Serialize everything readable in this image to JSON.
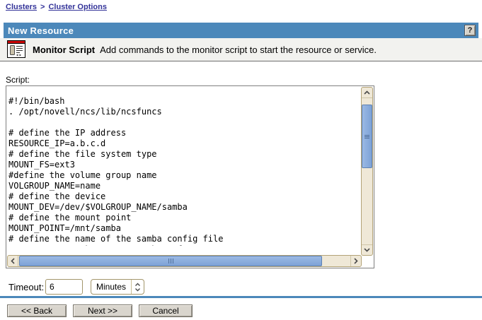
{
  "breadcrumb": {
    "separator": ">",
    "items": [
      {
        "label": "Clusters"
      },
      {
        "label": "Cluster Options"
      }
    ]
  },
  "header": {
    "title": "New Resource",
    "help_label": "?"
  },
  "section": {
    "icon": "monitor-script-window-icon",
    "title": "Monitor Script",
    "description": "Add commands to the monitor script to start the resource or service."
  },
  "script": {
    "label": "Script:",
    "content": "#!/bin/bash\n. /opt/novell/ncs/lib/ncsfuncs\n\n# define the IP address\nRESOURCE_IP=a.b.c.d\n# define the file system type\nMOUNT_FS=ext3\n#define the volume group name\nVOLGROUP_NAME=name\n# define the device\nMOUNT_DEV=/dev/$VOLGROUP_NAME/samba\n# define the mount point\nMOUNT_POINT=/mnt/samba\n# define the name of the samba config file\nCONFIG_FILE=SambaResource-smb.conf"
  },
  "timeout": {
    "label": "Timeout:",
    "value": "6",
    "unit": "Minutes"
  },
  "buttons": {
    "back": "<< Back",
    "next": "Next >>",
    "cancel": "Cancel"
  },
  "colors": {
    "header_bg": "#4C88BA",
    "link": "#333399",
    "divider": "#4C88BA",
    "section_band_bg": "#F2F2EF",
    "scrollbar_track": "#EFE8D7",
    "scrollbar_thumb": "#8CADDC",
    "button_bg": "#D9D5CD",
    "icon_red_bar": "#CC0000"
  }
}
